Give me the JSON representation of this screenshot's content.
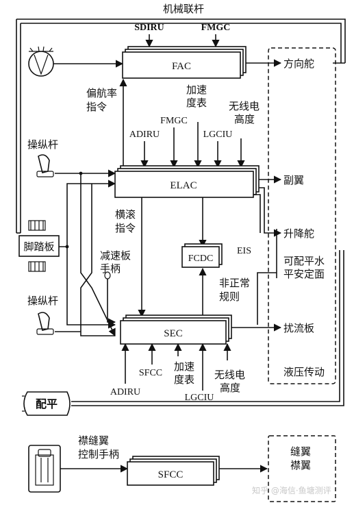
{
  "labels": {
    "mechanical_linkage": "机械联杆",
    "sdiru": "SDIRU",
    "fmgc_top": "FMGC",
    "fac": "FAC",
    "rudder": "方向舵",
    "yaw_rate_cmd": "偏航率\n指令",
    "accelerometer_top": "加速\n度表",
    "fmgc_mid": "FMGC",
    "radio_alt_top": "无线电\n高度",
    "adiru_top": "ADIRU",
    "lgciu_top": "LGCIU",
    "sidestick_top": "操纵杆",
    "elac": "ELAC",
    "aileron": "副翼",
    "roll_cmd": "横滚\n指令",
    "pedals": "脚踏板",
    "elevator": "升降舵",
    "fcdc": "FCDC",
    "eis": "EIS",
    "ths": "可配平水\n平安定面",
    "speedbrake_handle": "减速板\n手柄",
    "abnormal_law": "非正常\n规则",
    "sidestick_bottom": "操纵杆",
    "sec": "SEC",
    "spoilers": "扰流板",
    "sfcc_mid": "SFCC",
    "accelerometer_bottom": "加速\n度表",
    "radio_alt_bottom": "无线电\n高度",
    "hydraulic": "液压传动",
    "adiru_bottom": "ADIRU",
    "lgciu_bottom": "LGCIU",
    "trim": "配平",
    "flap_lever": "襟缝翼\n控制手柄",
    "sfcc_bottom": "SFCC",
    "slats_flaps": "缝翼\n襟翼",
    "watermark": "知乎 @海信·鱼塘测评"
  },
  "colors": {
    "line": "#111111",
    "background": "#ffffff",
    "watermark": "#c8c8c8"
  }
}
